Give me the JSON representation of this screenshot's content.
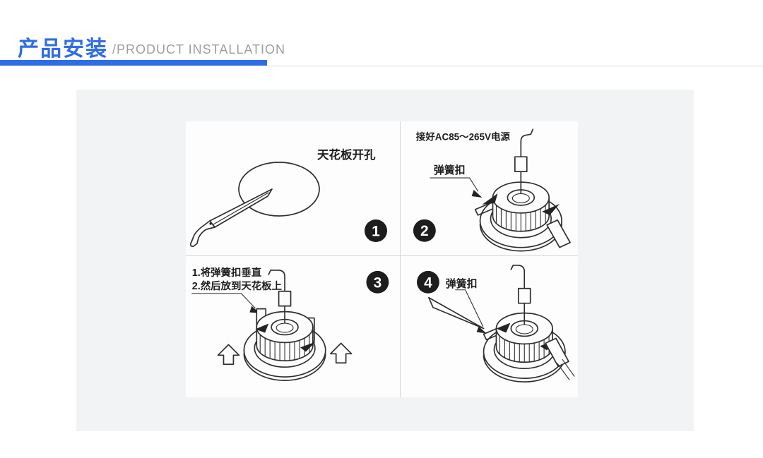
{
  "header": {
    "title_cn": "产品安装",
    "title_en": "/PRODUCT INSTALLATION",
    "accent_color": "#2e6de6"
  },
  "diagram": {
    "step1": {
      "num": "1",
      "label": "天花板开孔"
    },
    "step2": {
      "num": "2",
      "power_label": "接好AC85～265V电源",
      "clip_label": "弹簧扣"
    },
    "step3": {
      "num": "3",
      "line1": "1.将弹簧扣垂直",
      "line2": "2.然后放到天花板上"
    },
    "step4": {
      "num": "4",
      "clip_label": "弹簧扣"
    }
  },
  "colors": {
    "accent_blue": "#2e6de6",
    "subtitle_gray": "#9e9e9e",
    "stage_background": "#f2f3f5",
    "card_background": "#fdfdfd",
    "badge_black": "#1d1d1d",
    "line_art": "#2f2f2f"
  }
}
